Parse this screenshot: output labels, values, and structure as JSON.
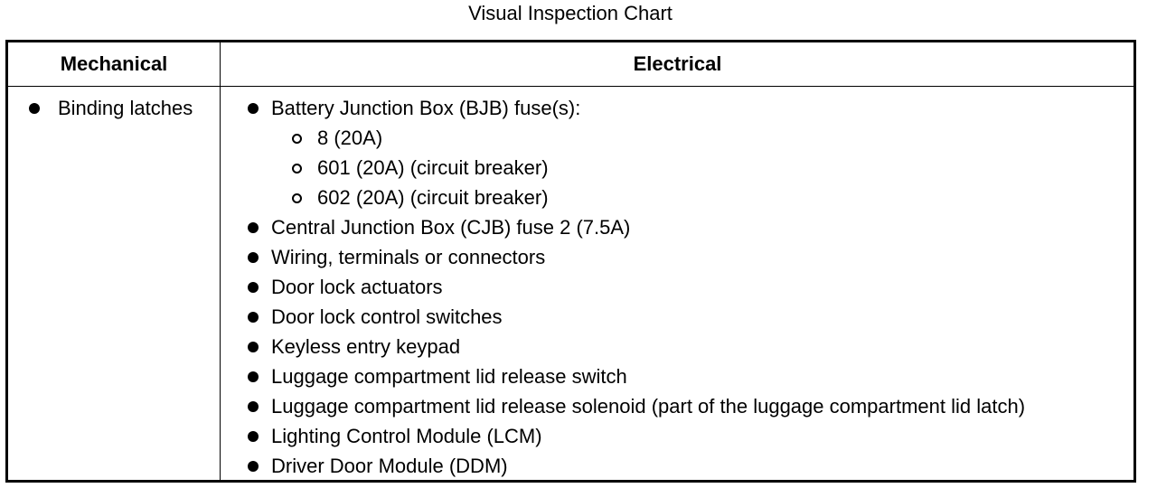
{
  "title": "Visual Inspection Chart",
  "table": {
    "headers": {
      "mechanical": "Mechanical",
      "electrical": "Electrical"
    },
    "mechanical_items": [
      "Binding latches"
    ],
    "electrical_items": [
      {
        "text": "Battery Junction Box (BJB) fuse(s):",
        "level": 1
      },
      {
        "text": "8 (20A)",
        "level": 2
      },
      {
        "text": "601 (20A) (circuit breaker)",
        "level": 2
      },
      {
        "text": "602 (20A) (circuit breaker)",
        "level": 2
      },
      {
        "text": "Central Junction Box (CJB) fuse 2 (7.5A)",
        "level": 1
      },
      {
        "text": "Wiring, terminals or connectors",
        "level": 1
      },
      {
        "text": "Door lock actuators",
        "level": 1
      },
      {
        "text": "Door lock control switches",
        "level": 1
      },
      {
        "text": "Keyless entry keypad",
        "level": 1
      },
      {
        "text": "Luggage compartment lid release switch",
        "level": 1
      },
      {
        "text": "Luggage compartment lid release solenoid (part of the luggage compartment lid latch)",
        "level": 1
      },
      {
        "text": "Lighting Control Module (LCM)",
        "level": 1
      },
      {
        "text": "Driver Door Module (DDM)",
        "level": 1
      }
    ]
  }
}
